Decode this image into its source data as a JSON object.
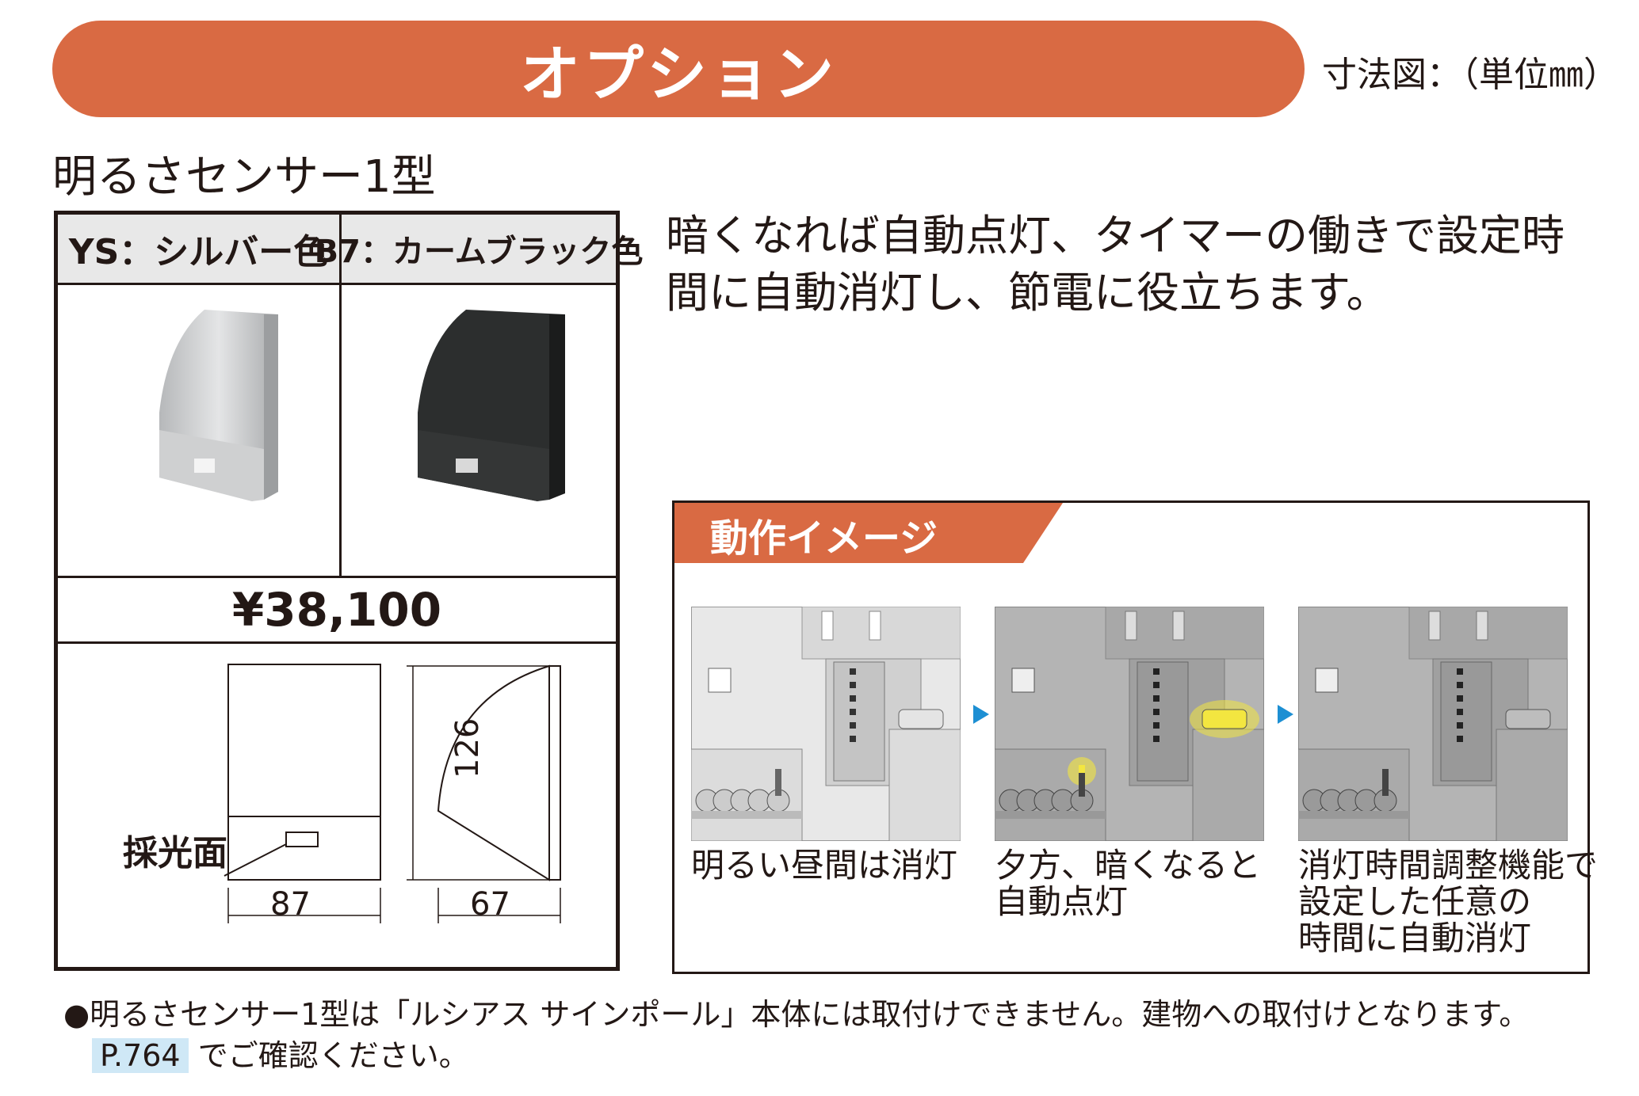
{
  "header": {
    "title": "オプション",
    "dimension_note": "寸法図：（単位㎜）"
  },
  "product": {
    "name": "明るさセンサー1型",
    "variants": [
      {
        "label": "YS：シルバー色",
        "color": "#c9cacb"
      },
      {
        "label": "B7：カームブラック色",
        "color": "#2c2e2e"
      }
    ],
    "price": "¥38,100",
    "diagram": {
      "width": "87",
      "height": "126",
      "depth": "67",
      "sensor_label": "採光面"
    }
  },
  "description": {
    "line1": "暗くなれば自動点灯、タイマーの働きで設定時",
    "line2": "間に自動消灯し、節電に役立ちます。"
  },
  "operation": {
    "title": "動作イメージ",
    "steps": [
      {
        "caption": [
          "明るい昼間は消灯"
        ],
        "lit": false
      },
      {
        "caption": [
          "夕方、暗くなると",
          "自動点灯"
        ],
        "lit": true
      },
      {
        "caption": [
          "消灯時間調整機能で",
          "設定した任意の",
          "時間に自動消灯"
        ],
        "lit": false
      }
    ]
  },
  "footnote": {
    "line1": "●明るさセンサー1型は「ルシアス サインポール」本体には取付けできません。建物への取付けとなります。",
    "page_ref": "P.764",
    "line2_suffix": "でご確認ください。"
  },
  "colors": {
    "accent": "#d96a43",
    "arrow": "#1d8fd3",
    "highlight": "#f3e640"
  }
}
